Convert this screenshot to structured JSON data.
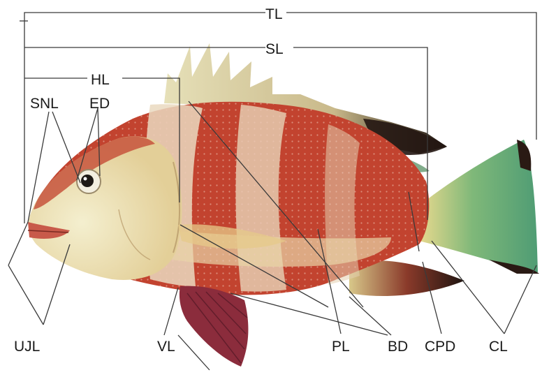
{
  "labels": {
    "tl": "TL",
    "sl": "SL",
    "hl": "HL",
    "snl": "SNL",
    "ed": "ED",
    "ujl": "UJL",
    "vl": "VL",
    "pl": "PL",
    "bd": "BD",
    "cpd": "CPD",
    "cl": "CL"
  },
  "colors": {
    "body_red": "#b8342a",
    "band_light": "#e9d6b8",
    "belly": "#f1ecc9",
    "fin_dark": "#2a1a14",
    "tail_green": "#6fae73",
    "pelvic_fin": "#8a2a3a",
    "line": "#3a3a3a"
  },
  "icons": [
    "fish-illustration"
  ]
}
